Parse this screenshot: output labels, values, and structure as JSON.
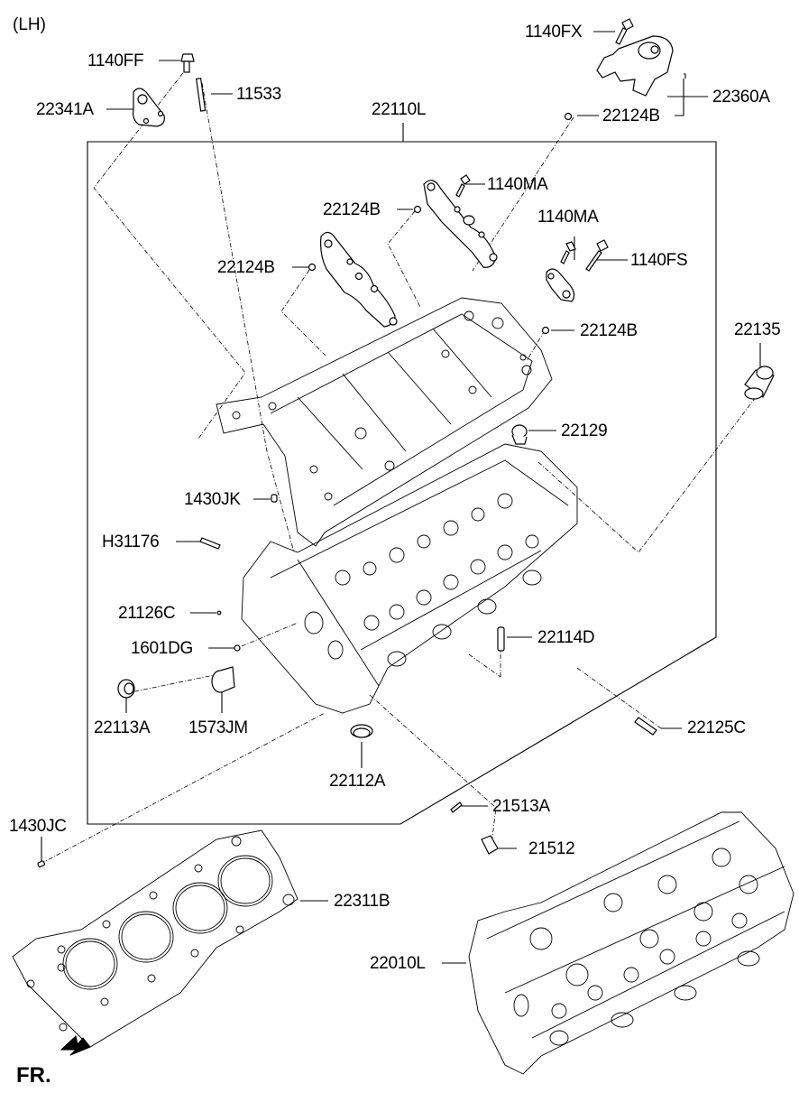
{
  "diagram": {
    "side_label": "(LH)",
    "front_label": "FR.",
    "front_arrow_icon": "arrow-down-left-icon"
  },
  "parts": {
    "p1140FF": "1140FF",
    "p22341A": "22341A",
    "p11533": "11533",
    "p22110L": "22110L",
    "p1140FX": "1140FX",
    "p22360A": "22360A",
    "p22124B_top": "22124B",
    "p1140MA_1": "1140MA",
    "p22124B_2": "22124B",
    "p1140MA_2": "1140MA",
    "p22124B_3": "22124B",
    "p1140FS": "1140FS",
    "p22124B_4": "22124B",
    "p22135": "22135",
    "p22129": "22129",
    "p1430JK": "1430JK",
    "pH31176": "H31176",
    "p21126C": "21126C",
    "p1601DG": "1601DG",
    "p22114D": "22114D",
    "p22113A": "22113A",
    "p1573JM": "1573JM",
    "p22125C": "22125C",
    "p22112A": "22112A",
    "p21513A": "21513A",
    "p1430JC": "1430JC",
    "p21512": "21512",
    "p22311B": "22311B",
    "p22010L": "22010L"
  }
}
